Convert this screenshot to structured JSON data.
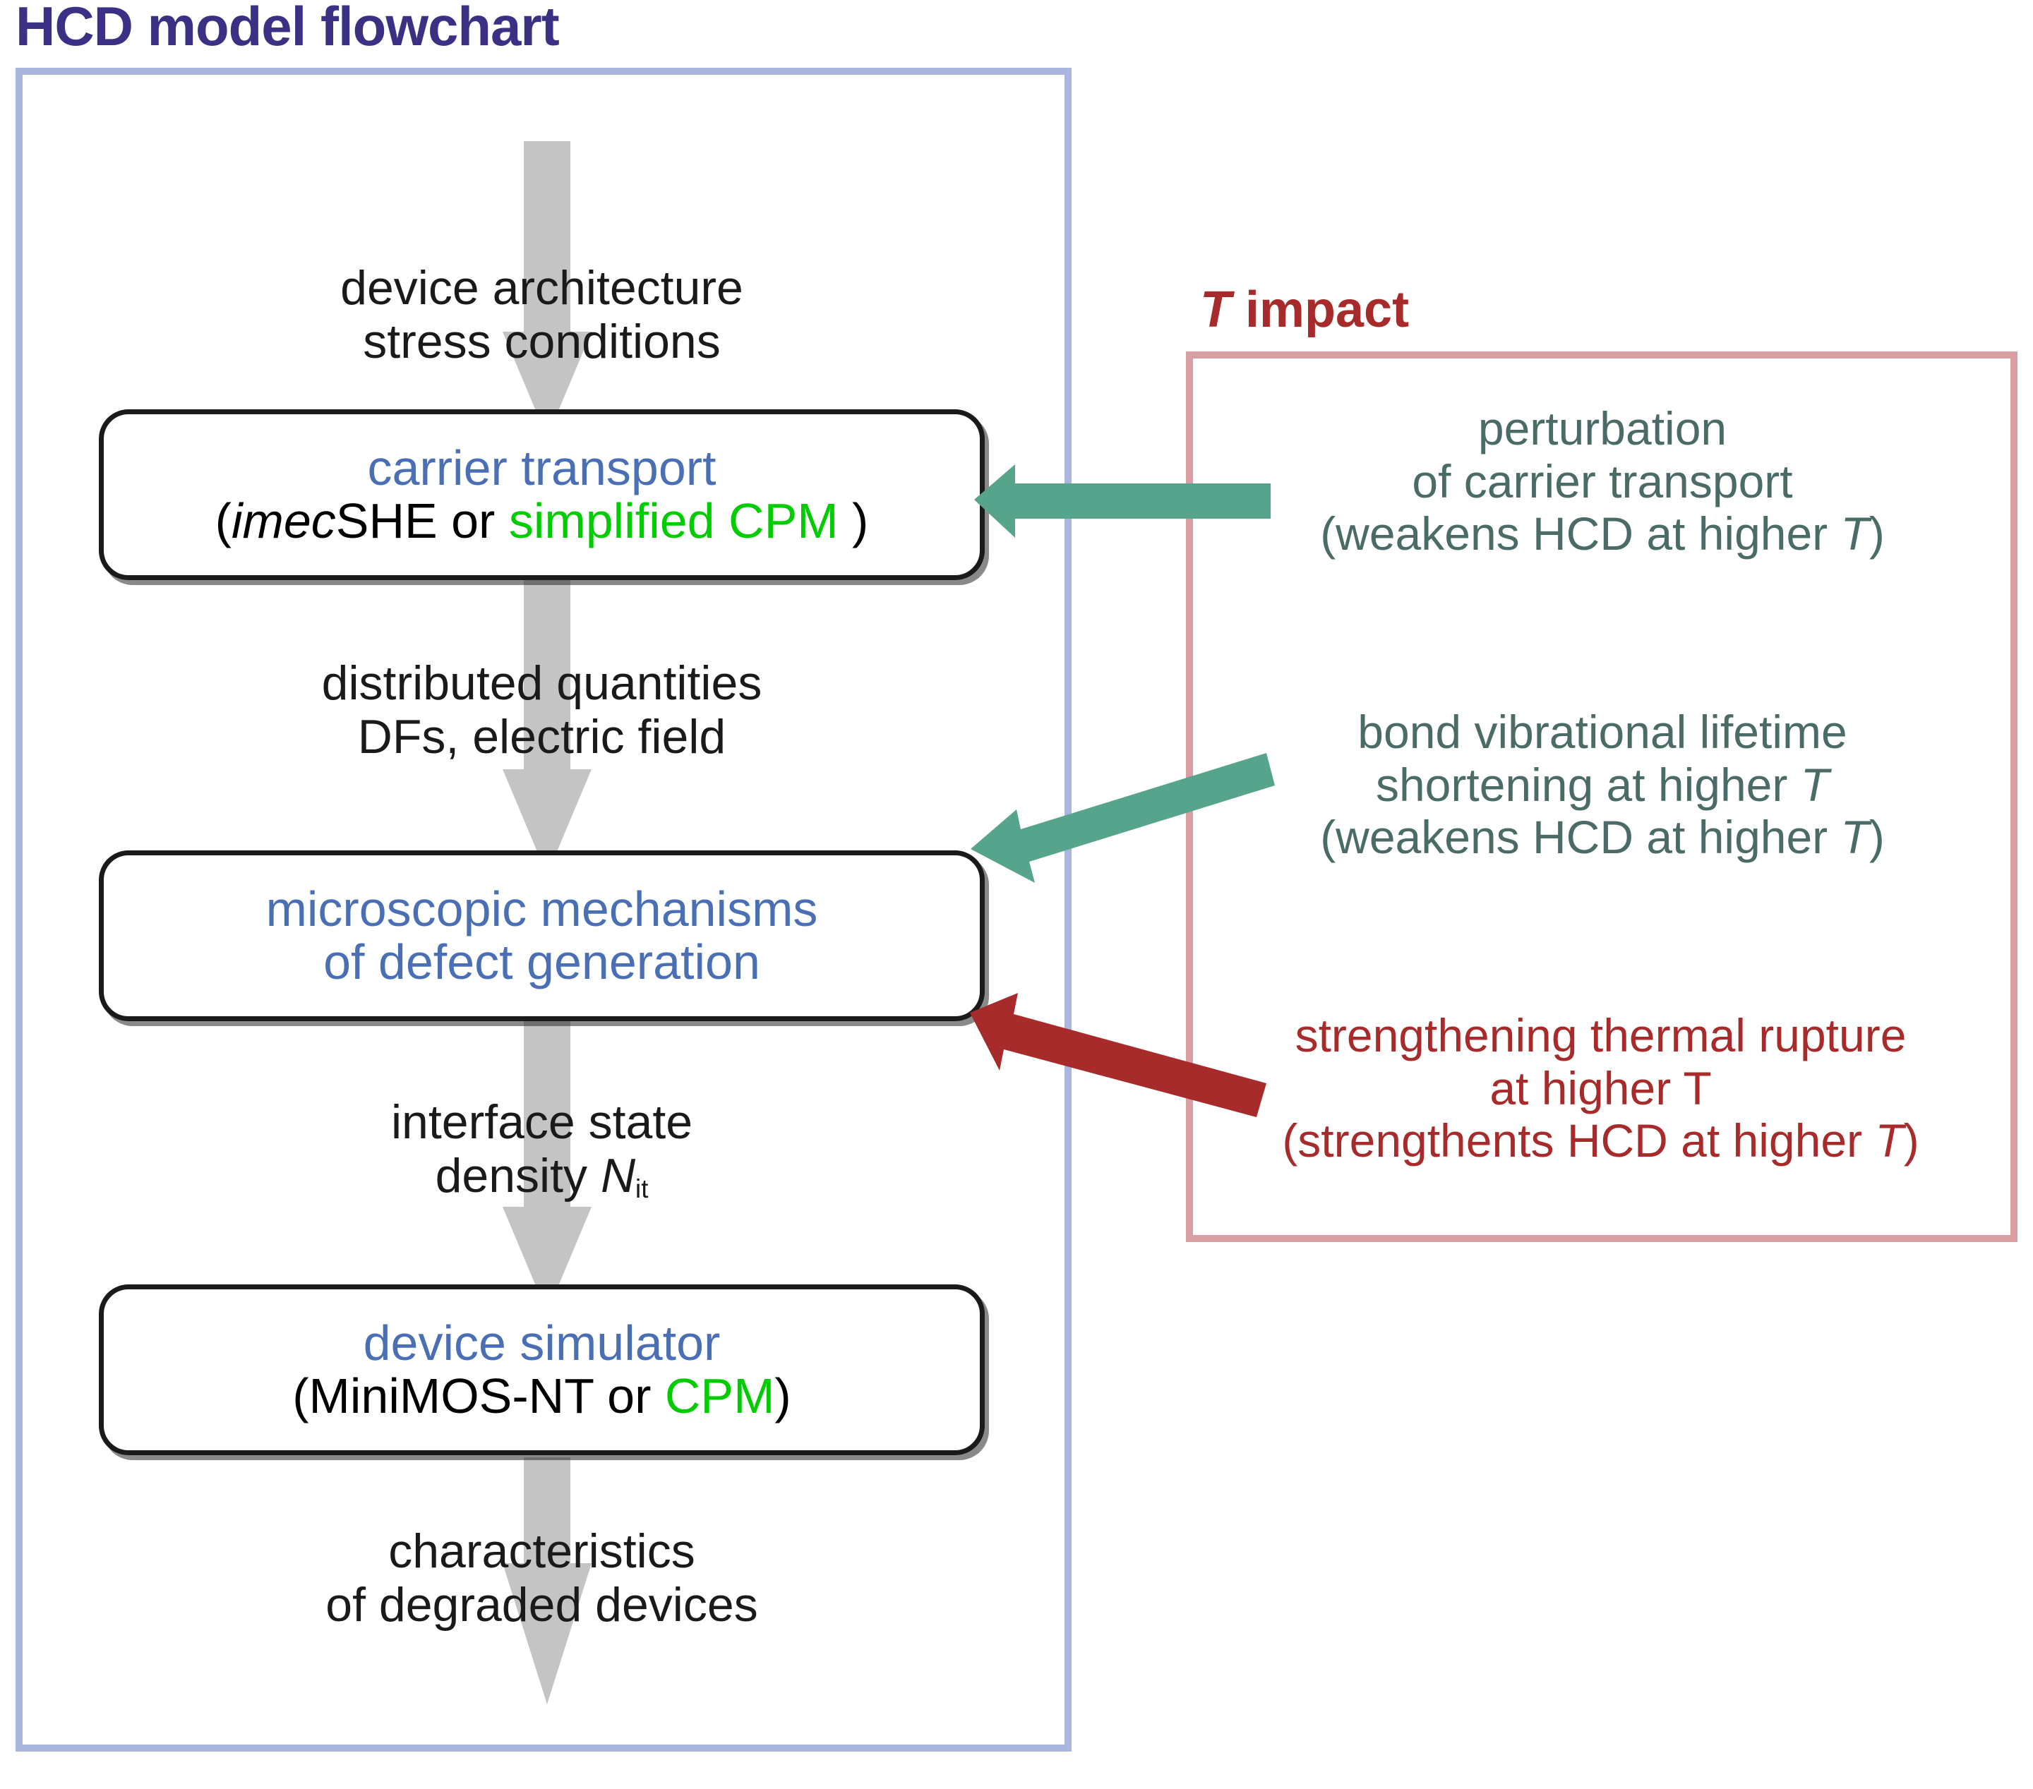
{
  "flowchart": {
    "title": "HCD model flowchart",
    "labels": {
      "top_line1": "device architecture",
      "top_line2": "stress conditions",
      "mid_line1": "distributed quantities",
      "mid_line2": "DFs, electric field",
      "interface_line1": "interface state",
      "interface_line2_prefix": "density ",
      "interface_line2_symbol": "N",
      "interface_line2_subscript": "it",
      "bottom_line1": "characteristics",
      "bottom_line2": "of degraded devices"
    },
    "boxes": [
      {
        "id": "carrier-transport",
        "title": "carrier transport",
        "sub_open": "(",
        "sub_italic": "imec",
        "sub_rest": "SHE or ",
        "sub_green": "simplified CPM",
        "sub_close": " )"
      },
      {
        "id": "microscopic-mechanisms",
        "title_line1": "microscopic mechanisms",
        "title_line2": "of defect generation"
      },
      {
        "id": "device-simulator",
        "title": "device simulator",
        "sub_open": "(MiniMOS-NT or ",
        "sub_green": "CPM",
        "sub_close": ")"
      }
    ]
  },
  "temperature_panel": {
    "title_symbol": "T",
    "title_rest": " impact",
    "effects": [
      {
        "id": "perturbation",
        "line1": "perturbation",
        "line2": "of carrier transport",
        "line3_prefix": "(weakens HCD at higher ",
        "line3_symbol": "T",
        "line3_suffix": ")",
        "color": "#4a6b66",
        "arrow": "teal-horizontal-left"
      },
      {
        "id": "bond-vibrational-lifetime",
        "line1": "bond vibrational lifetime",
        "line2_prefix": "shortening at higher ",
        "line2_symbol": "T",
        "line2_suffix": "",
        "line3_prefix": "(weakens HCD at higher ",
        "line3_symbol": "T",
        "line3_suffix": ")",
        "color": "#4a6b66",
        "arrow": "teal-diagonal-down-left"
      },
      {
        "id": "thermal-rupture",
        "line1": "strengthening thermal rupture",
        "line2": "at higher T",
        "line3_prefix": "(strengthents HCD at higher ",
        "line3_symbol": "T",
        "line3_suffix": ")",
        "color": "#a82b2b",
        "arrow": "red-diagonal-up-left"
      }
    ]
  },
  "colors": {
    "title_purple": "#3b3184",
    "panel_blue_border": "#aab6dd",
    "panel_pink_border": "#d79fa1",
    "box_text_blue": "#4a6fb5",
    "highlight_green": "#00cc00",
    "teal": "#56a48c",
    "dark_red": "#a82b2b",
    "teal_text": "#4a6b66",
    "flow_arrow_grey": "#c4c4c4"
  }
}
